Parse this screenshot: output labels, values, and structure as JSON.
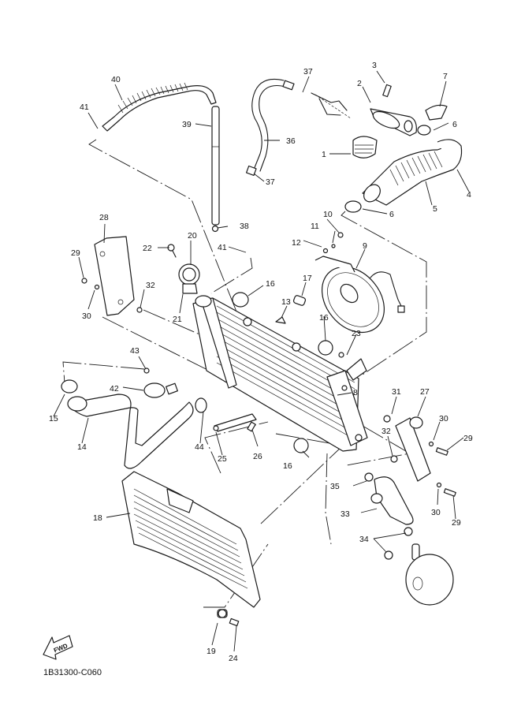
{
  "diagram": {
    "title_code": "1B31300-C060",
    "fwd_label": "FWD",
    "callouts": [
      {
        "id": "c1",
        "label": "1",
        "part": "thermostat"
      },
      {
        "id": "c2",
        "label": "2",
        "part": "thermostat-cover"
      },
      {
        "id": "c3",
        "label": "3",
        "part": "bolt"
      },
      {
        "id": "c4",
        "label": "4",
        "part": "hose-elbow"
      },
      {
        "id": "c5",
        "label": "5",
        "part": "hose-protector"
      },
      {
        "id": "c6a",
        "label": "6",
        "part": "hose-clamp"
      },
      {
        "id": "c6b",
        "label": "6",
        "part": "hose-clamp"
      },
      {
        "id": "c7",
        "label": "7",
        "part": "clamp"
      },
      {
        "id": "c8",
        "label": "8",
        "part": "radiator"
      },
      {
        "id": "c9",
        "label": "9",
        "part": "fan-assembly"
      },
      {
        "id": "c10",
        "label": "10",
        "part": "bolt"
      },
      {
        "id": "c11",
        "label": "11",
        "part": "spring-washer"
      },
      {
        "id": "c12",
        "label": "12",
        "part": "nut"
      },
      {
        "id": "c13",
        "label": "13",
        "part": "clip"
      },
      {
        "id": "c14",
        "label": "14",
        "part": "radiator-hose"
      },
      {
        "id": "c15",
        "label": "15",
        "part": "hose-clamp"
      },
      {
        "id": "c16a",
        "label": "16",
        "part": "grommet"
      },
      {
        "id": "c16b",
        "label": "16",
        "part": "grommet"
      },
      {
        "id": "c16c",
        "label": "16",
        "part": "grommet"
      },
      {
        "id": "c17",
        "label": "17",
        "part": "collar"
      },
      {
        "id": "c18",
        "label": "18",
        "part": "radiator-guard"
      },
      {
        "id": "c19",
        "label": "19",
        "part": "collar"
      },
      {
        "id": "c20",
        "label": "20",
        "part": "radiator-cap"
      },
      {
        "id": "c21",
        "label": "21",
        "part": "cap-seat"
      },
      {
        "id": "c22",
        "label": "22",
        "part": "screw"
      },
      {
        "id": "c23",
        "label": "23",
        "part": "bolt"
      },
      {
        "id": "c24",
        "label": "24",
        "part": "bolt"
      },
      {
        "id": "c25",
        "label": "25",
        "part": "stay"
      },
      {
        "id": "c26",
        "label": "26",
        "part": "bolt"
      },
      {
        "id": "c27",
        "label": "27",
        "part": "bracket-right"
      },
      {
        "id": "c28",
        "label": "28",
        "part": "bracket-left"
      },
      {
        "id": "c29a",
        "label": "29",
        "part": "bolt"
      },
      {
        "id": "c29b",
        "label": "29",
        "part": "bolt"
      },
      {
        "id": "c29c",
        "label": "29",
        "part": "bolt"
      },
      {
        "id": "c30a",
        "label": "30",
        "part": "washer"
      },
      {
        "id": "c30b",
        "label": "30",
        "part": "washer"
      },
      {
        "id": "c30c",
        "label": "30",
        "part": "washer"
      },
      {
        "id": "c31",
        "label": "31",
        "part": "nut"
      },
      {
        "id": "c32a",
        "label": "32",
        "part": "nut"
      },
      {
        "id": "c32b",
        "label": "32",
        "part": "nut"
      },
      {
        "id": "c33",
        "label": "33",
        "part": "oil-cooler-hose"
      },
      {
        "id": "c34",
        "label": "34",
        "part": "hose-clamps"
      },
      {
        "id": "c35",
        "label": "35",
        "part": "hose-clamp"
      },
      {
        "id": "c36",
        "label": "36",
        "part": "breather-hose"
      },
      {
        "id": "c37a",
        "label": "37",
        "part": "clamp"
      },
      {
        "id": "c37b",
        "label": "37",
        "part": "clamp"
      },
      {
        "id": "c38",
        "label": "38",
        "part": "clamp"
      },
      {
        "id": "c39",
        "label": "39",
        "part": "overflow-pipe"
      },
      {
        "id": "c40",
        "label": "40",
        "part": "overflow-hose"
      },
      {
        "id": "c41a",
        "label": "41",
        "part": "clamp"
      },
      {
        "id": "c41b",
        "label": "41",
        "part": "clamp"
      },
      {
        "id": "c42",
        "label": "42",
        "part": "hose-clamp"
      },
      {
        "id": "c43",
        "label": "43",
        "part": "screw"
      },
      {
        "id": "c44",
        "label": "44",
        "part": "hose-clamp"
      }
    ]
  }
}
